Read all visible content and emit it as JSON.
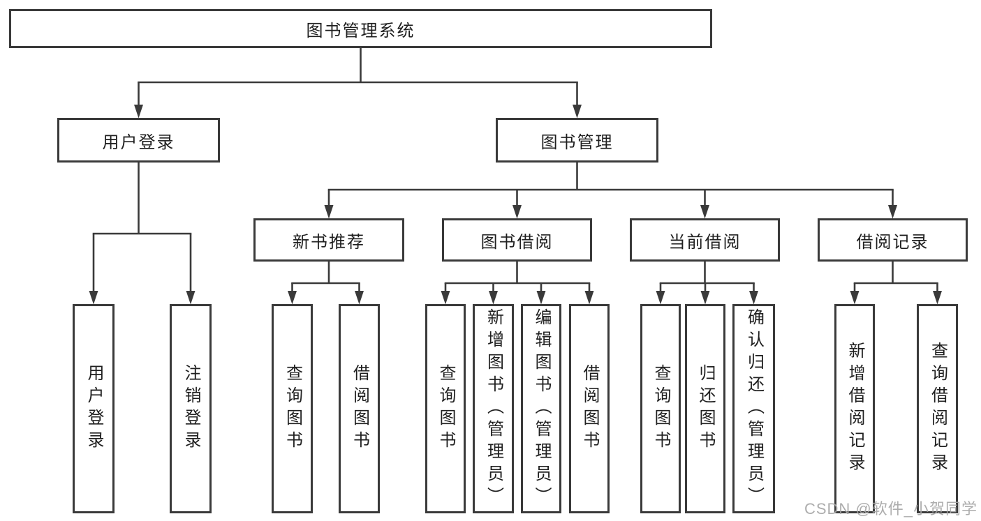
{
  "diagram": {
    "root_label": "图书管理系统",
    "nodes": {
      "user_login": "用户登录",
      "book_management": "图书管理",
      "new_book_recommend": "新书推荐",
      "book_borrow": "图书借阅",
      "current_borrow": "当前借阅",
      "borrow_record": "借阅记录"
    },
    "leaves": {
      "user_login": [
        "用户登录",
        "注销登录"
      ],
      "new_book_recommend": [
        "查询图书",
        "借阅图书"
      ],
      "book_borrow": [
        "查询图书",
        "新增图书（管理员）",
        "编辑图书（管理员）",
        "借阅图书"
      ],
      "current_borrow": [
        "查询图书",
        "归还图书",
        "确认归还（管理员）"
      ],
      "borrow_record": [
        "新增借阅记录",
        "查询借阅记录"
      ]
    }
  },
  "watermark": "CSDN @软件_小贺同学",
  "colors": {
    "line": "#3a3a3a",
    "box_border": "#3a3a3a",
    "text": "#1f1f1f",
    "watermark": "#a6a6a6",
    "background": "#ffffff"
  }
}
